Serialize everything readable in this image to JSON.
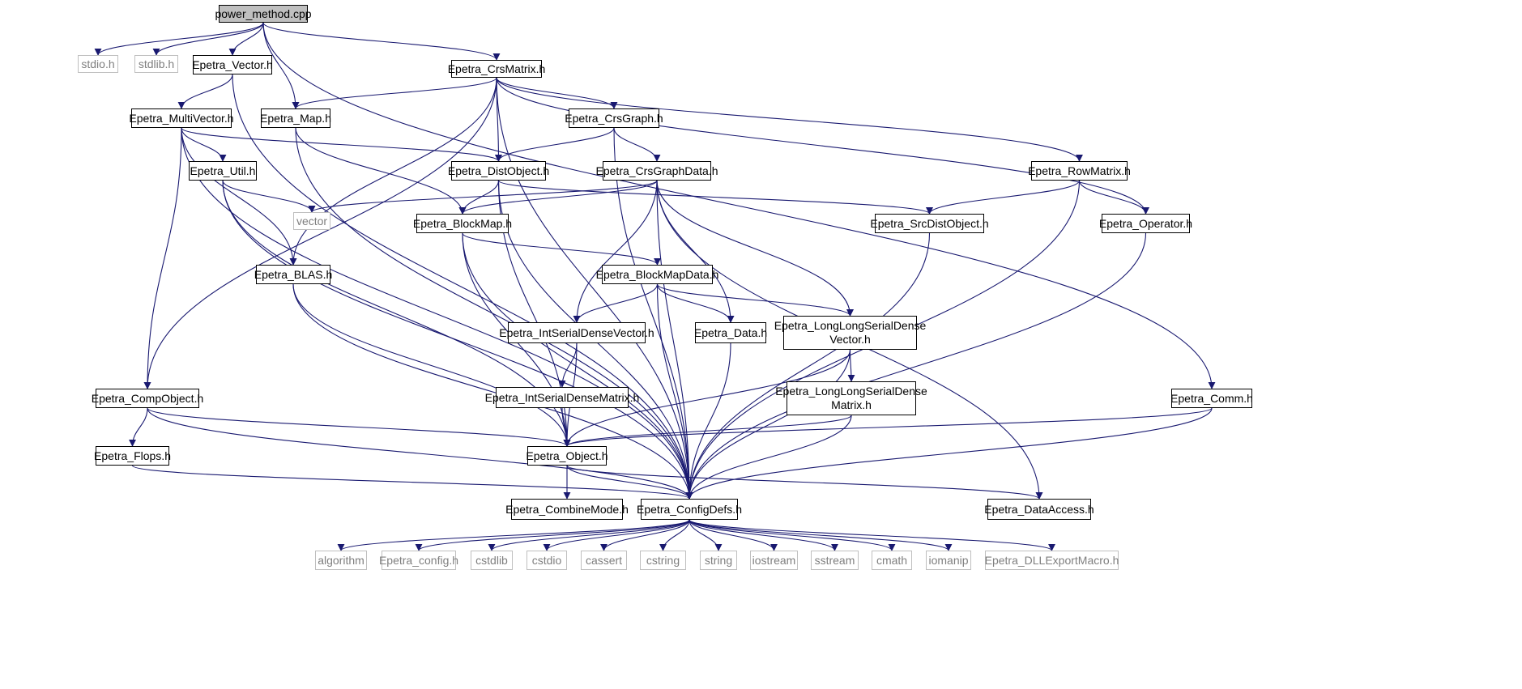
{
  "colors": {
    "edge": "#191970",
    "node_border": "#000000",
    "external_border": "#bfbfbf",
    "external_text": "#7f7f7f",
    "root_fill": "#bfbfbf"
  },
  "nodes": [
    {
      "id": "power_method",
      "lines": [
        "power_method.cpp"
      ],
      "kind": "root"
    },
    {
      "id": "stdio_h",
      "lines": [
        "stdio.h"
      ],
      "kind": "external"
    },
    {
      "id": "stdlib_h",
      "lines": [
        "stdlib.h"
      ],
      "kind": "external"
    },
    {
      "id": "epetra_vector",
      "lines": [
        "Epetra_Vector.h"
      ],
      "kind": "file"
    },
    {
      "id": "epetra_crsmatrix",
      "lines": [
        "Epetra_CrsMatrix.h"
      ],
      "kind": "file"
    },
    {
      "id": "epetra_multivector",
      "lines": [
        "Epetra_MultiVector.h"
      ],
      "kind": "file"
    },
    {
      "id": "epetra_map",
      "lines": [
        "Epetra_Map.h"
      ],
      "kind": "file"
    },
    {
      "id": "epetra_crsgraph",
      "lines": [
        "Epetra_CrsGraph.h"
      ],
      "kind": "file"
    },
    {
      "id": "epetra_util",
      "lines": [
        "Epetra_Util.h"
      ],
      "kind": "file"
    },
    {
      "id": "epetra_distobject",
      "lines": [
        "Epetra_DistObject.h"
      ],
      "kind": "file"
    },
    {
      "id": "epetra_crsgraphdata",
      "lines": [
        "Epetra_CrsGraphData.h"
      ],
      "kind": "file"
    },
    {
      "id": "epetra_rowmatrix",
      "lines": [
        "Epetra_RowMatrix.h"
      ],
      "kind": "file"
    },
    {
      "id": "vector",
      "lines": [
        "vector"
      ],
      "kind": "external"
    },
    {
      "id": "epetra_blockmap",
      "lines": [
        "Epetra_BlockMap.h"
      ],
      "kind": "file"
    },
    {
      "id": "epetra_srcdistobject",
      "lines": [
        "Epetra_SrcDistObject.h"
      ],
      "kind": "file"
    },
    {
      "id": "epetra_operator",
      "lines": [
        "Epetra_Operator.h"
      ],
      "kind": "file"
    },
    {
      "id": "epetra_blas",
      "lines": [
        "Epetra_BLAS.h"
      ],
      "kind": "file"
    },
    {
      "id": "epetra_blockmapdata",
      "lines": [
        "Epetra_BlockMapData.h"
      ],
      "kind": "file"
    },
    {
      "id": "epetra_intserialdensevector",
      "lines": [
        "Epetra_IntSerialDenseVector.h"
      ],
      "kind": "file"
    },
    {
      "id": "epetra_data",
      "lines": [
        "Epetra_Data.h"
      ],
      "kind": "file"
    },
    {
      "id": "epetra_longlongserialdensevector",
      "lines": [
        "Epetra_LongLongSerialDense",
        "Vector.h"
      ],
      "kind": "file"
    },
    {
      "id": "epetra_intserialdensematrix",
      "lines": [
        "Epetra_IntSerialDenseMatrix.h"
      ],
      "kind": "file"
    },
    {
      "id": "epetra_longlongserialdensematrix",
      "lines": [
        "Epetra_LongLongSerialDense",
        "Matrix.h"
      ],
      "kind": "file"
    },
    {
      "id": "epetra_compobject",
      "lines": [
        "Epetra_CompObject.h"
      ],
      "kind": "file"
    },
    {
      "id": "epetra_comm",
      "lines": [
        "Epetra_Comm.h"
      ],
      "kind": "file"
    },
    {
      "id": "epetra_flops",
      "lines": [
        "Epetra_Flops.h"
      ],
      "kind": "file"
    },
    {
      "id": "epetra_object",
      "lines": [
        "Epetra_Object.h"
      ],
      "kind": "file"
    },
    {
      "id": "epetra_combinemode",
      "lines": [
        "Epetra_CombineMode.h"
      ],
      "kind": "file"
    },
    {
      "id": "epetra_configdefs",
      "lines": [
        "Epetra_ConfigDefs.h"
      ],
      "kind": "file"
    },
    {
      "id": "epetra_dataaccess",
      "lines": [
        "Epetra_DataAccess.h"
      ],
      "kind": "file"
    },
    {
      "id": "algorithm",
      "lines": [
        "algorithm"
      ],
      "kind": "external"
    },
    {
      "id": "epetra_config_h",
      "lines": [
        "Epetra_config.h"
      ],
      "kind": "external"
    },
    {
      "id": "cstdlib",
      "lines": [
        "cstdlib"
      ],
      "kind": "external"
    },
    {
      "id": "cstdio",
      "lines": [
        "cstdio"
      ],
      "kind": "external"
    },
    {
      "id": "cassert",
      "lines": [
        "cassert"
      ],
      "kind": "external"
    },
    {
      "id": "cstring",
      "lines": [
        "cstring"
      ],
      "kind": "external"
    },
    {
      "id": "string",
      "lines": [
        "string"
      ],
      "kind": "external"
    },
    {
      "id": "iostream",
      "lines": [
        "iostream"
      ],
      "kind": "external"
    },
    {
      "id": "sstream",
      "lines": [
        "sstream"
      ],
      "kind": "external"
    },
    {
      "id": "cmath",
      "lines": [
        "cmath"
      ],
      "kind": "external"
    },
    {
      "id": "iomanip",
      "lines": [
        "iomanip"
      ],
      "kind": "external"
    },
    {
      "id": "epetra_dllexportmacro",
      "lines": [
        "Epetra_DLLExportMacro.h"
      ],
      "kind": "external"
    }
  ],
  "edges": [
    [
      "power_method",
      "stdio_h"
    ],
    [
      "power_method",
      "stdlib_h"
    ],
    [
      "power_method",
      "epetra_vector"
    ],
    [
      "power_method",
      "epetra_map"
    ],
    [
      "power_method",
      "epetra_crsmatrix"
    ],
    [
      "power_method",
      "epetra_comm"
    ],
    [
      "epetra_vector",
      "epetra_multivector"
    ],
    [
      "epetra_vector",
      "epetra_configdefs"
    ],
    [
      "epetra_crsmatrix",
      "epetra_compobject"
    ],
    [
      "epetra_crsmatrix",
      "epetra_map"
    ],
    [
      "epetra_crsmatrix",
      "epetra_crsgraph"
    ],
    [
      "epetra_crsmatrix",
      "epetra_distobject"
    ],
    [
      "epetra_crsmatrix",
      "epetra_blas"
    ],
    [
      "epetra_crsmatrix",
      "epetra_rowmatrix"
    ],
    [
      "epetra_crsmatrix",
      "epetra_operator"
    ],
    [
      "epetra_crsmatrix",
      "epetra_configdefs"
    ],
    [
      "epetra_multivector",
      "epetra_distobject"
    ],
    [
      "epetra_multivector",
      "epetra_util"
    ],
    [
      "epetra_multivector",
      "epetra_blas"
    ],
    [
      "epetra_multivector",
      "epetra_compobject"
    ],
    [
      "epetra_multivector",
      "epetra_configdefs"
    ],
    [
      "epetra_map",
      "epetra_blockmap"
    ],
    [
      "epetra_map",
      "epetra_configdefs"
    ],
    [
      "epetra_crsgraph",
      "epetra_distobject"
    ],
    [
      "epetra_crsgraph",
      "epetra_crsgraphdata"
    ],
    [
      "epetra_crsgraph",
      "epetra_configdefs"
    ],
    [
      "epetra_util",
      "vector"
    ],
    [
      "epetra_util",
      "epetra_object"
    ],
    [
      "epetra_util",
      "epetra_configdefs"
    ],
    [
      "epetra_distobject",
      "epetra_blockmap"
    ],
    [
      "epetra_distobject",
      "epetra_srcdistobject"
    ],
    [
      "epetra_distobject",
      "epetra_object"
    ],
    [
      "epetra_distobject",
      "epetra_configdefs"
    ],
    [
      "epetra_crsgraphdata",
      "vector"
    ],
    [
      "epetra_crsgraphdata",
      "epetra_blockmap"
    ],
    [
      "epetra_crsgraphdata",
      "epetra_intserialdensevector"
    ],
    [
      "epetra_crsgraphdata",
      "epetra_data"
    ],
    [
      "epetra_crsgraphdata",
      "epetra_longlongserialdensevector"
    ],
    [
      "epetra_crsgraphdata",
      "epetra_configdefs"
    ],
    [
      "epetra_crsgraphdata",
      "epetra_dataaccess"
    ],
    [
      "epetra_rowmatrix",
      "epetra_srcdistobject"
    ],
    [
      "epetra_rowmatrix",
      "epetra_operator"
    ],
    [
      "epetra_rowmatrix",
      "epetra_configdefs"
    ],
    [
      "epetra_blockmap",
      "epetra_blockmapdata"
    ],
    [
      "epetra_blockmap",
      "epetra_object"
    ],
    [
      "epetra_blockmap",
      "epetra_configdefs"
    ],
    [
      "epetra_srcdistobject",
      "epetra_configdefs"
    ],
    [
      "epetra_operator",
      "epetra_configdefs"
    ],
    [
      "epetra_blas",
      "epetra_object"
    ],
    [
      "epetra_blas",
      "epetra_configdefs"
    ],
    [
      "epetra_blockmapdata",
      "epetra_intserialdensevector"
    ],
    [
      "epetra_blockmapdata",
      "epetra_data"
    ],
    [
      "epetra_blockmapdata",
      "epetra_longlongserialdensevector"
    ],
    [
      "epetra_blockmapdata",
      "epetra_configdefs"
    ],
    [
      "epetra_intserialdensevector",
      "epetra_intserialdensematrix"
    ],
    [
      "epetra_intserialdensevector",
      "epetra_object"
    ],
    [
      "epetra_data",
      "epetra_configdefs"
    ],
    [
      "epetra_longlongserialdensevector",
      "epetra_longlongserialdensematrix"
    ],
    [
      "epetra_longlongserialdensevector",
      "epetra_object"
    ],
    [
      "epetra_longlongserialdensevector",
      "epetra_configdefs"
    ],
    [
      "epetra_intserialdensematrix",
      "epetra_object"
    ],
    [
      "epetra_longlongserialdensematrix",
      "epetra_object"
    ],
    [
      "epetra_longlongserialdensematrix",
      "epetra_configdefs"
    ],
    [
      "epetra_compobject",
      "epetra_flops"
    ],
    [
      "epetra_compobject",
      "epetra_object"
    ],
    [
      "epetra_compobject",
      "epetra_configdefs"
    ],
    [
      "epetra_comm",
      "epetra_object"
    ],
    [
      "epetra_comm",
      "epetra_configdefs"
    ],
    [
      "epetra_flops",
      "epetra_configdefs"
    ],
    [
      "epetra_object",
      "epetra_combinemode"
    ],
    [
      "epetra_object",
      "epetra_configdefs"
    ],
    [
      "epetra_object",
      "epetra_dataaccess"
    ],
    [
      "epetra_configdefs",
      "algorithm"
    ],
    [
      "epetra_configdefs",
      "epetra_config_h"
    ],
    [
      "epetra_configdefs",
      "cstdlib"
    ],
    [
      "epetra_configdefs",
      "cstdio"
    ],
    [
      "epetra_configdefs",
      "cassert"
    ],
    [
      "epetra_configdefs",
      "cstring"
    ],
    [
      "epetra_configdefs",
      "string"
    ],
    [
      "epetra_configdefs",
      "iostream"
    ],
    [
      "epetra_configdefs",
      "sstream"
    ],
    [
      "epetra_configdefs",
      "cmath"
    ],
    [
      "epetra_configdefs",
      "iomanip"
    ],
    [
      "epetra_configdefs",
      "epetra_dllexportmacro"
    ]
  ]
}
